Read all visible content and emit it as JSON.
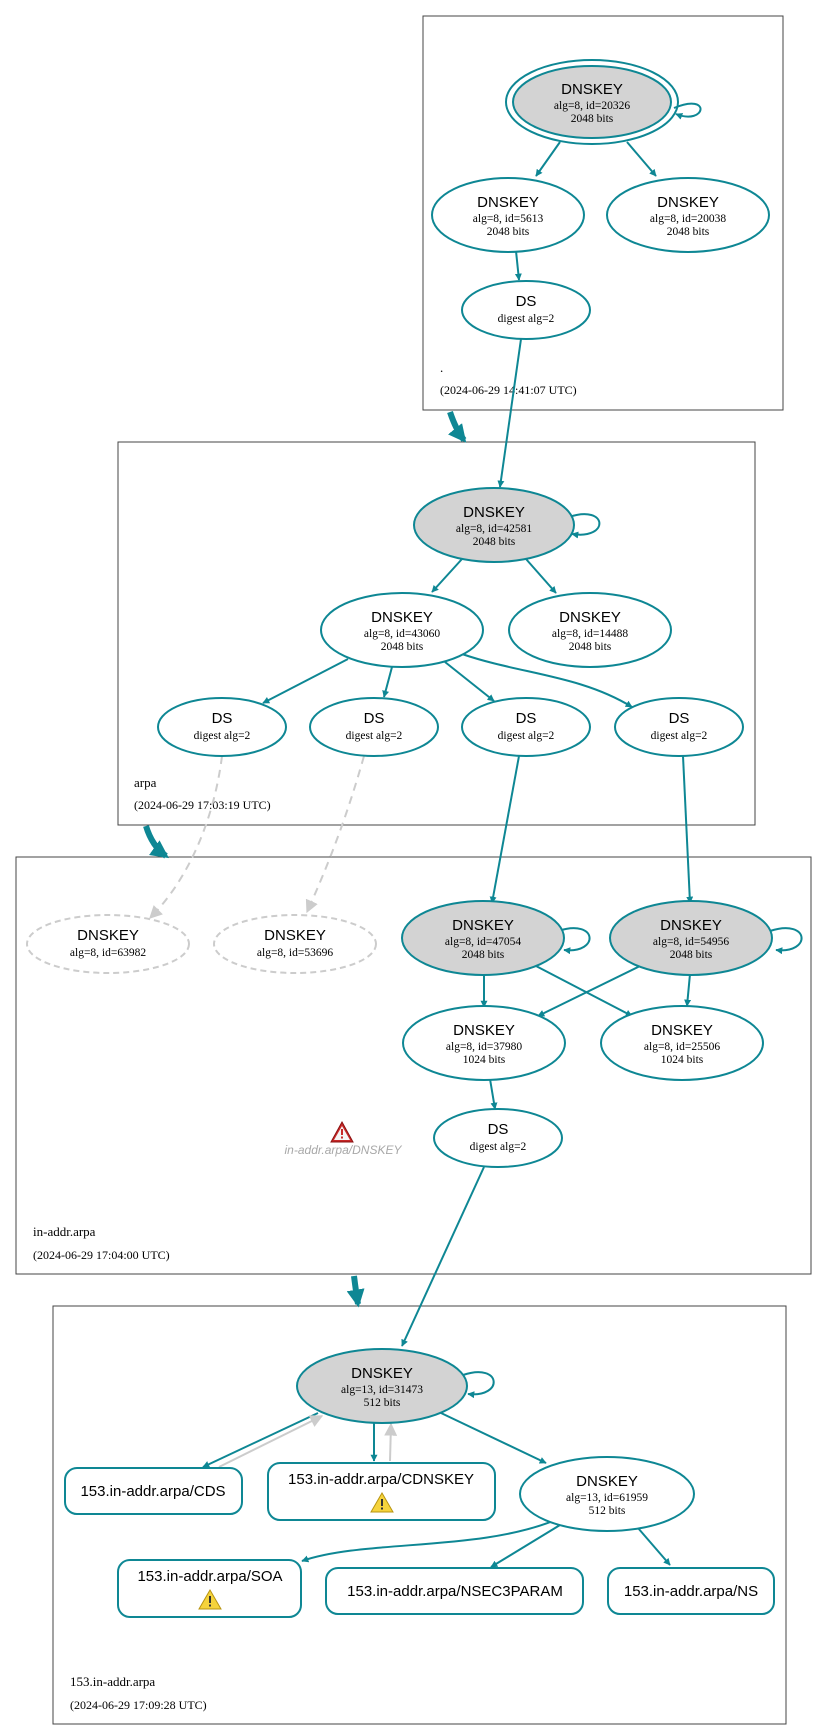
{
  "zones": {
    "root": {
      "name": ".",
      "time": "(2024-06-29 14:41:07 UTC)"
    },
    "arpa": {
      "name": "arpa",
      "time": "(2024-06-29 17:03:19 UTC)"
    },
    "inaddr": {
      "name": "in-addr.arpa",
      "time": "(2024-06-29 17:04:00 UTC)"
    },
    "z153": {
      "name": "153.in-addr.arpa",
      "time": "(2024-06-29 17:09:28 UTC)"
    }
  },
  "nodes": {
    "root_ksk": {
      "title": "DNSKEY",
      "line1": "alg=8, id=20326",
      "line2": "2048 bits"
    },
    "root_zsk1": {
      "title": "DNSKEY",
      "line1": "alg=8, id=5613",
      "line2": "2048 bits"
    },
    "root_zsk2": {
      "title": "DNSKEY",
      "line1": "alg=8, id=20038",
      "line2": "2048 bits"
    },
    "root_ds": {
      "title": "DS",
      "line1": "digest alg=2"
    },
    "arpa_ksk": {
      "title": "DNSKEY",
      "line1": "alg=8, id=42581",
      "line2": "2048 bits"
    },
    "arpa_zsk1": {
      "title": "DNSKEY",
      "line1": "alg=8, id=43060",
      "line2": "2048 bits"
    },
    "arpa_zsk2": {
      "title": "DNSKEY",
      "line1": "alg=8, id=14488",
      "line2": "2048 bits"
    },
    "arpa_ds1": {
      "title": "DS",
      "line1": "digest alg=2"
    },
    "arpa_ds2": {
      "title": "DS",
      "line1": "digest alg=2"
    },
    "arpa_ds3": {
      "title": "DS",
      "line1": "digest alg=2"
    },
    "arpa_ds4": {
      "title": "DS",
      "line1": "digest alg=2"
    },
    "ia_ghost1": {
      "title": "DNSKEY",
      "line1": "alg=8, id=63982"
    },
    "ia_ghost2": {
      "title": "DNSKEY",
      "line1": "alg=8, id=53696"
    },
    "ia_ksk1": {
      "title": "DNSKEY",
      "line1": "alg=8, id=47054",
      "line2": "2048 bits"
    },
    "ia_ksk2": {
      "title": "DNSKEY",
      "line1": "alg=8, id=54956",
      "line2": "2048 bits"
    },
    "ia_zsk1": {
      "title": "DNSKEY",
      "line1": "alg=8, id=37980",
      "line2": "1024 bits"
    },
    "ia_zsk2": {
      "title": "DNSKEY",
      "line1": "alg=8, id=25506",
      "line2": "1024 bits"
    },
    "ia_ds": {
      "title": "DS",
      "line1": "digest alg=2"
    },
    "ia_warning": {
      "label": "in-addr.arpa/DNSKEY"
    },
    "z_ksk": {
      "title": "DNSKEY",
      "line1": "alg=13, id=31473",
      "line2": "512 bits"
    },
    "z_zsk": {
      "title": "DNSKEY",
      "line1": "alg=13, id=61959",
      "line2": "512 bits"
    },
    "z_cds": {
      "label": "153.in-addr.arpa/CDS"
    },
    "z_cdnskey": {
      "label": "153.in-addr.arpa/CDNSKEY"
    },
    "z_soa": {
      "label": "153.in-addr.arpa/SOA"
    },
    "z_nsec3": {
      "label": "153.in-addr.arpa/NSEC3PARAM"
    },
    "z_ns": {
      "label": "153.in-addr.arpa/NS"
    }
  },
  "colors": {
    "edge": "#0e8794",
    "ksk_fill": "#d3d3d3",
    "ghost": "#cccccc",
    "warning_yellow": "#f5d33c",
    "error_red": "#c82828"
  }
}
